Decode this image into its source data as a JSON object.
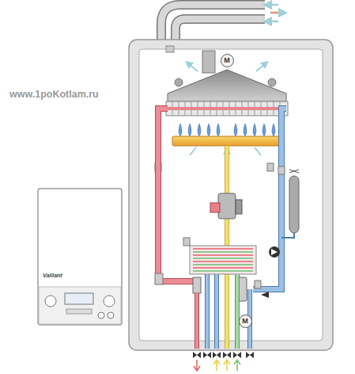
{
  "diagram": {
    "nodes": [
      {
        "text": [
          "M"
        ]
      },
      {
        "text": [
          "M"
        ]
      }
    ],
    "labels": [
      "www.1poKotlam.ru",
      "Vaillant"
    ]
  }
}
